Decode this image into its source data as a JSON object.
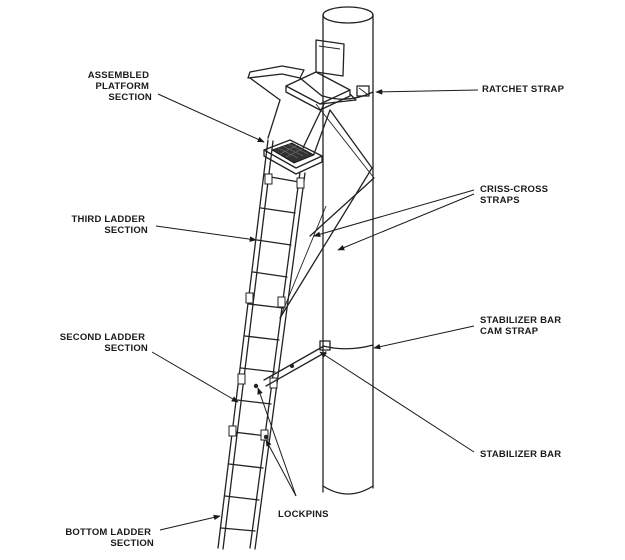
{
  "labels": {
    "assembled_platform": [
      "ASSEMBLED",
      "PLATFORM",
      "SECTION"
    ],
    "ratchet_strap": [
      "RATCHET STRAP"
    ],
    "criss_cross": [
      "CRISS-CROSS",
      "STRAPS"
    ],
    "third_ladder": [
      "THIRD LADDER",
      "SECTION"
    ],
    "second_ladder": [
      "SECOND LADDER",
      "SECTION"
    ],
    "stabilizer_cam": [
      "STABILIZER BAR",
      "CAM STRAP"
    ],
    "stabilizer_bar": [
      "STABILIZER BAR"
    ],
    "lockpins": [
      "LOCKPINS"
    ],
    "bottom_ladder": [
      "BOTTOM LADDER",
      "SECTION"
    ]
  }
}
